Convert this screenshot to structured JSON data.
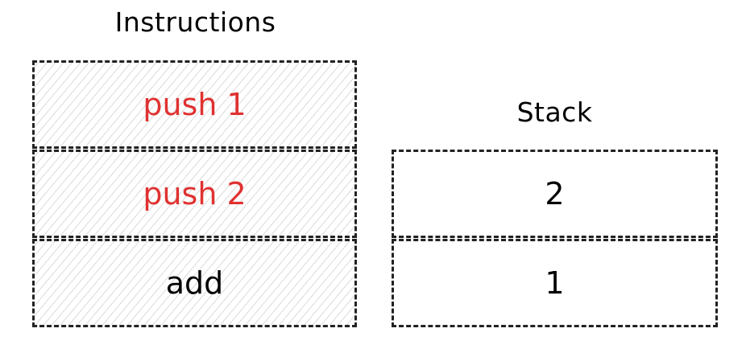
{
  "instructions": {
    "title": "Instructions",
    "items": [
      {
        "text": "push 1",
        "color": "#e03131"
      },
      {
        "text": "push 2",
        "color": "#e03131"
      },
      {
        "text": "add",
        "color": "#000000"
      }
    ]
  },
  "stack": {
    "title": "Stack",
    "items": [
      {
        "text": "2"
      },
      {
        "text": "1"
      }
    ]
  }
}
